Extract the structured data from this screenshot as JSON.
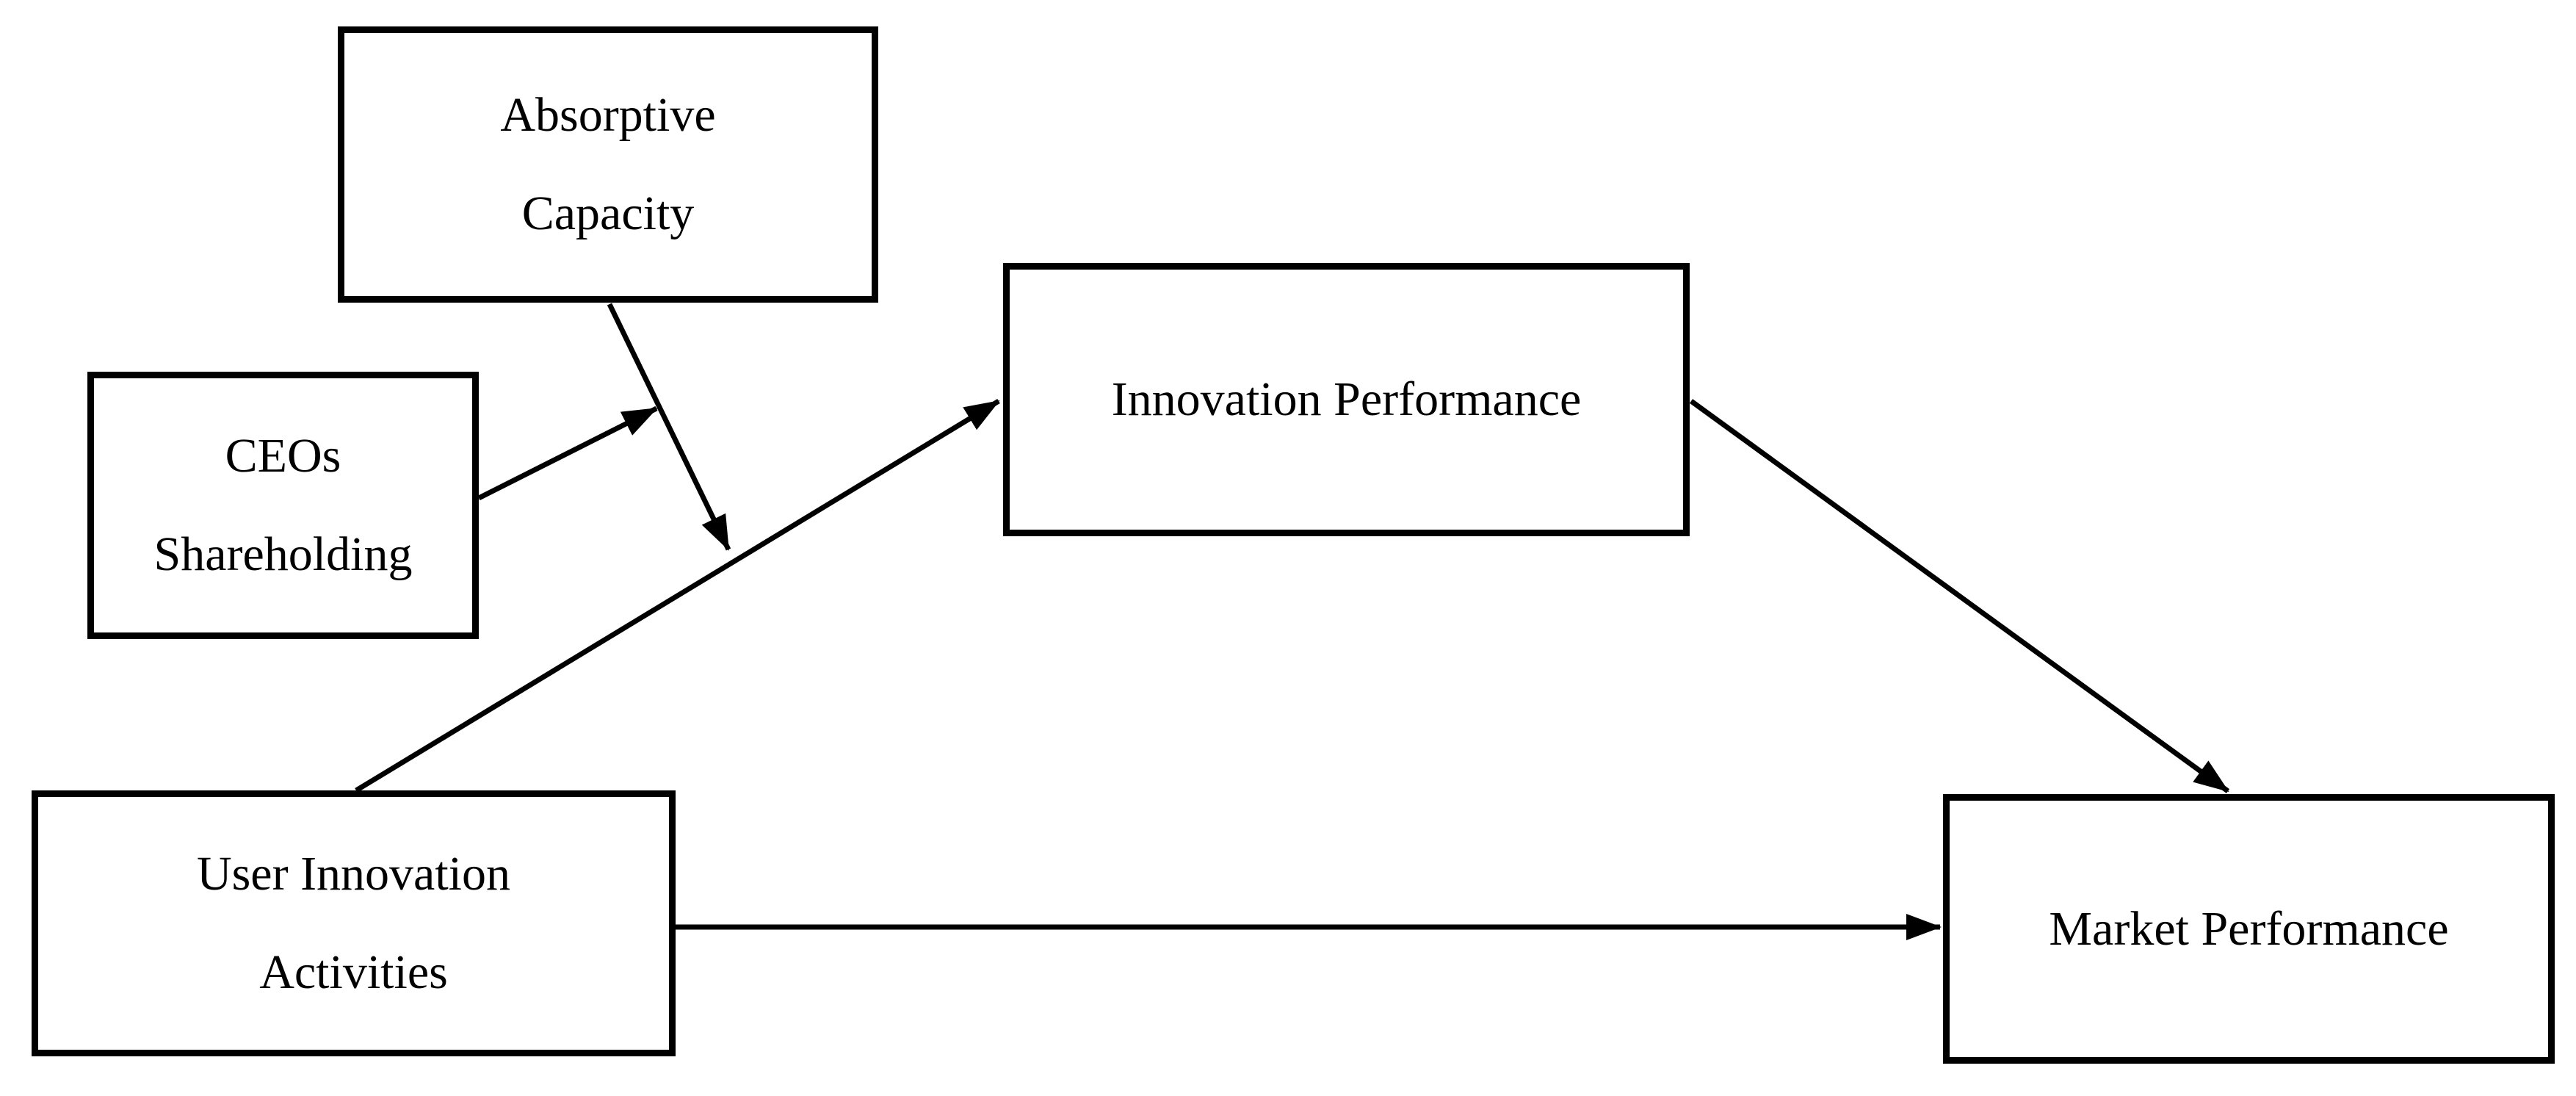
{
  "diagram": {
    "type": "research-model",
    "colors": {
      "ink": "#000000",
      "background": "#ffffff",
      "box_fill": "#ffffff"
    },
    "nodes": {
      "absorptive_capacity": {
        "line1": "Absorptive",
        "line2": "Capacity"
      },
      "ceos_shareholding": {
        "line1": "CEOs",
        "line2": "Shareholding"
      },
      "innovation_performance": {
        "label": "Innovation Performance"
      },
      "user_innovation_activities": {
        "line1": "User Innovation",
        "line2": "Activities"
      },
      "market_performance": {
        "label": "Market Performance"
      }
    },
    "edges": [
      {
        "from": "user_innovation_activities",
        "to": "innovation_performance",
        "style": "arrow"
      },
      {
        "from": "innovation_performance",
        "to": "market_performance",
        "style": "arrow"
      },
      {
        "from": "user_innovation_activities",
        "to": "market_performance",
        "style": "arrow"
      },
      {
        "from": "absorptive_capacity",
        "to": "path(user_innovation_activities->innovation_performance)",
        "style": "moderation-arrow"
      },
      {
        "from": "ceos_shareholding",
        "to": "arrow(absorptive_capacity-moderation)",
        "style": "moderation-arrow"
      }
    ]
  }
}
